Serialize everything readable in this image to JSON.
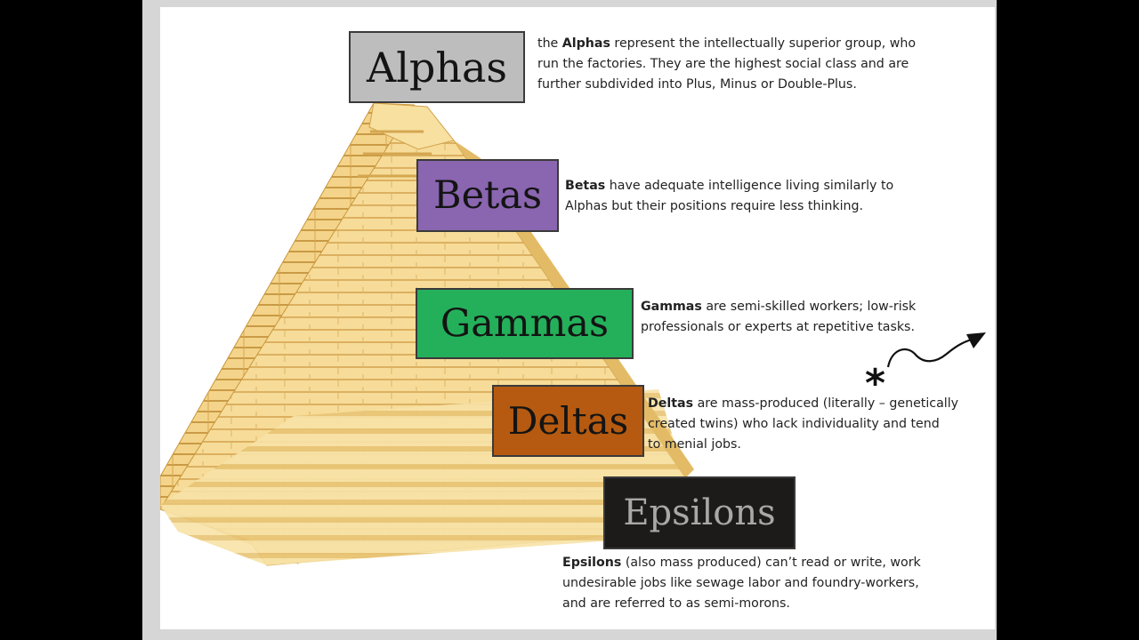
{
  "tiers": [
    {
      "label": "Alphas",
      "bg": "#bdbdbd",
      "fg": "#141414",
      "desc_bold": "Alphas",
      "desc_pre": "the ",
      "desc_lines": [
        " represent the intellectually superior group, who",
        "run the factories. They are the highest social class and are",
        "further subdivided into Plus, Minus or Double-Plus."
      ]
    },
    {
      "label": "Betas",
      "bg": "#8a65b0",
      "fg": "#141414",
      "desc_bold": "Betas",
      "desc_pre": "",
      "desc_lines": [
        " have adequate intelligence living similarly to",
        "Alphas but their positions require less thinking."
      ]
    },
    {
      "label": "Gammas",
      "bg": "#24b05a",
      "fg": "#141414",
      "desc_bold": "Gammas",
      "desc_pre": "",
      "desc_lines": [
        " are semi-skilled workers; low-risk",
        "professionals or experts at repetitive tasks."
      ]
    },
    {
      "label": "Deltas",
      "bg": "#b55a10",
      "fg": "#141414",
      "desc_bold": "Deltas",
      "desc_pre": "",
      "desc_lines": [
        " are mass-produced (literally – genetically",
        "created twins) who lack individuality and tend",
        "to menial jobs."
      ]
    },
    {
      "label": "Epsilons",
      "bg": "#1d1b19",
      "fg": "#a8a8a8",
      "desc_bold": "Epsilons",
      "desc_pre": "",
      "desc_lines": [
        " (also mass produced) can’t read or write, work",
        "undesirable jobs like sewage labor and foundry-workers,",
        "and are referred to as semi-morons."
      ]
    }
  ],
  "asterisk": "*",
  "colors": {
    "pyramid_light": "#f8e3a8",
    "pyramid_mid": "#f0cf7c",
    "pyramid_dark": "#d9ad52",
    "pyramid_edge": "#c9973d"
  }
}
